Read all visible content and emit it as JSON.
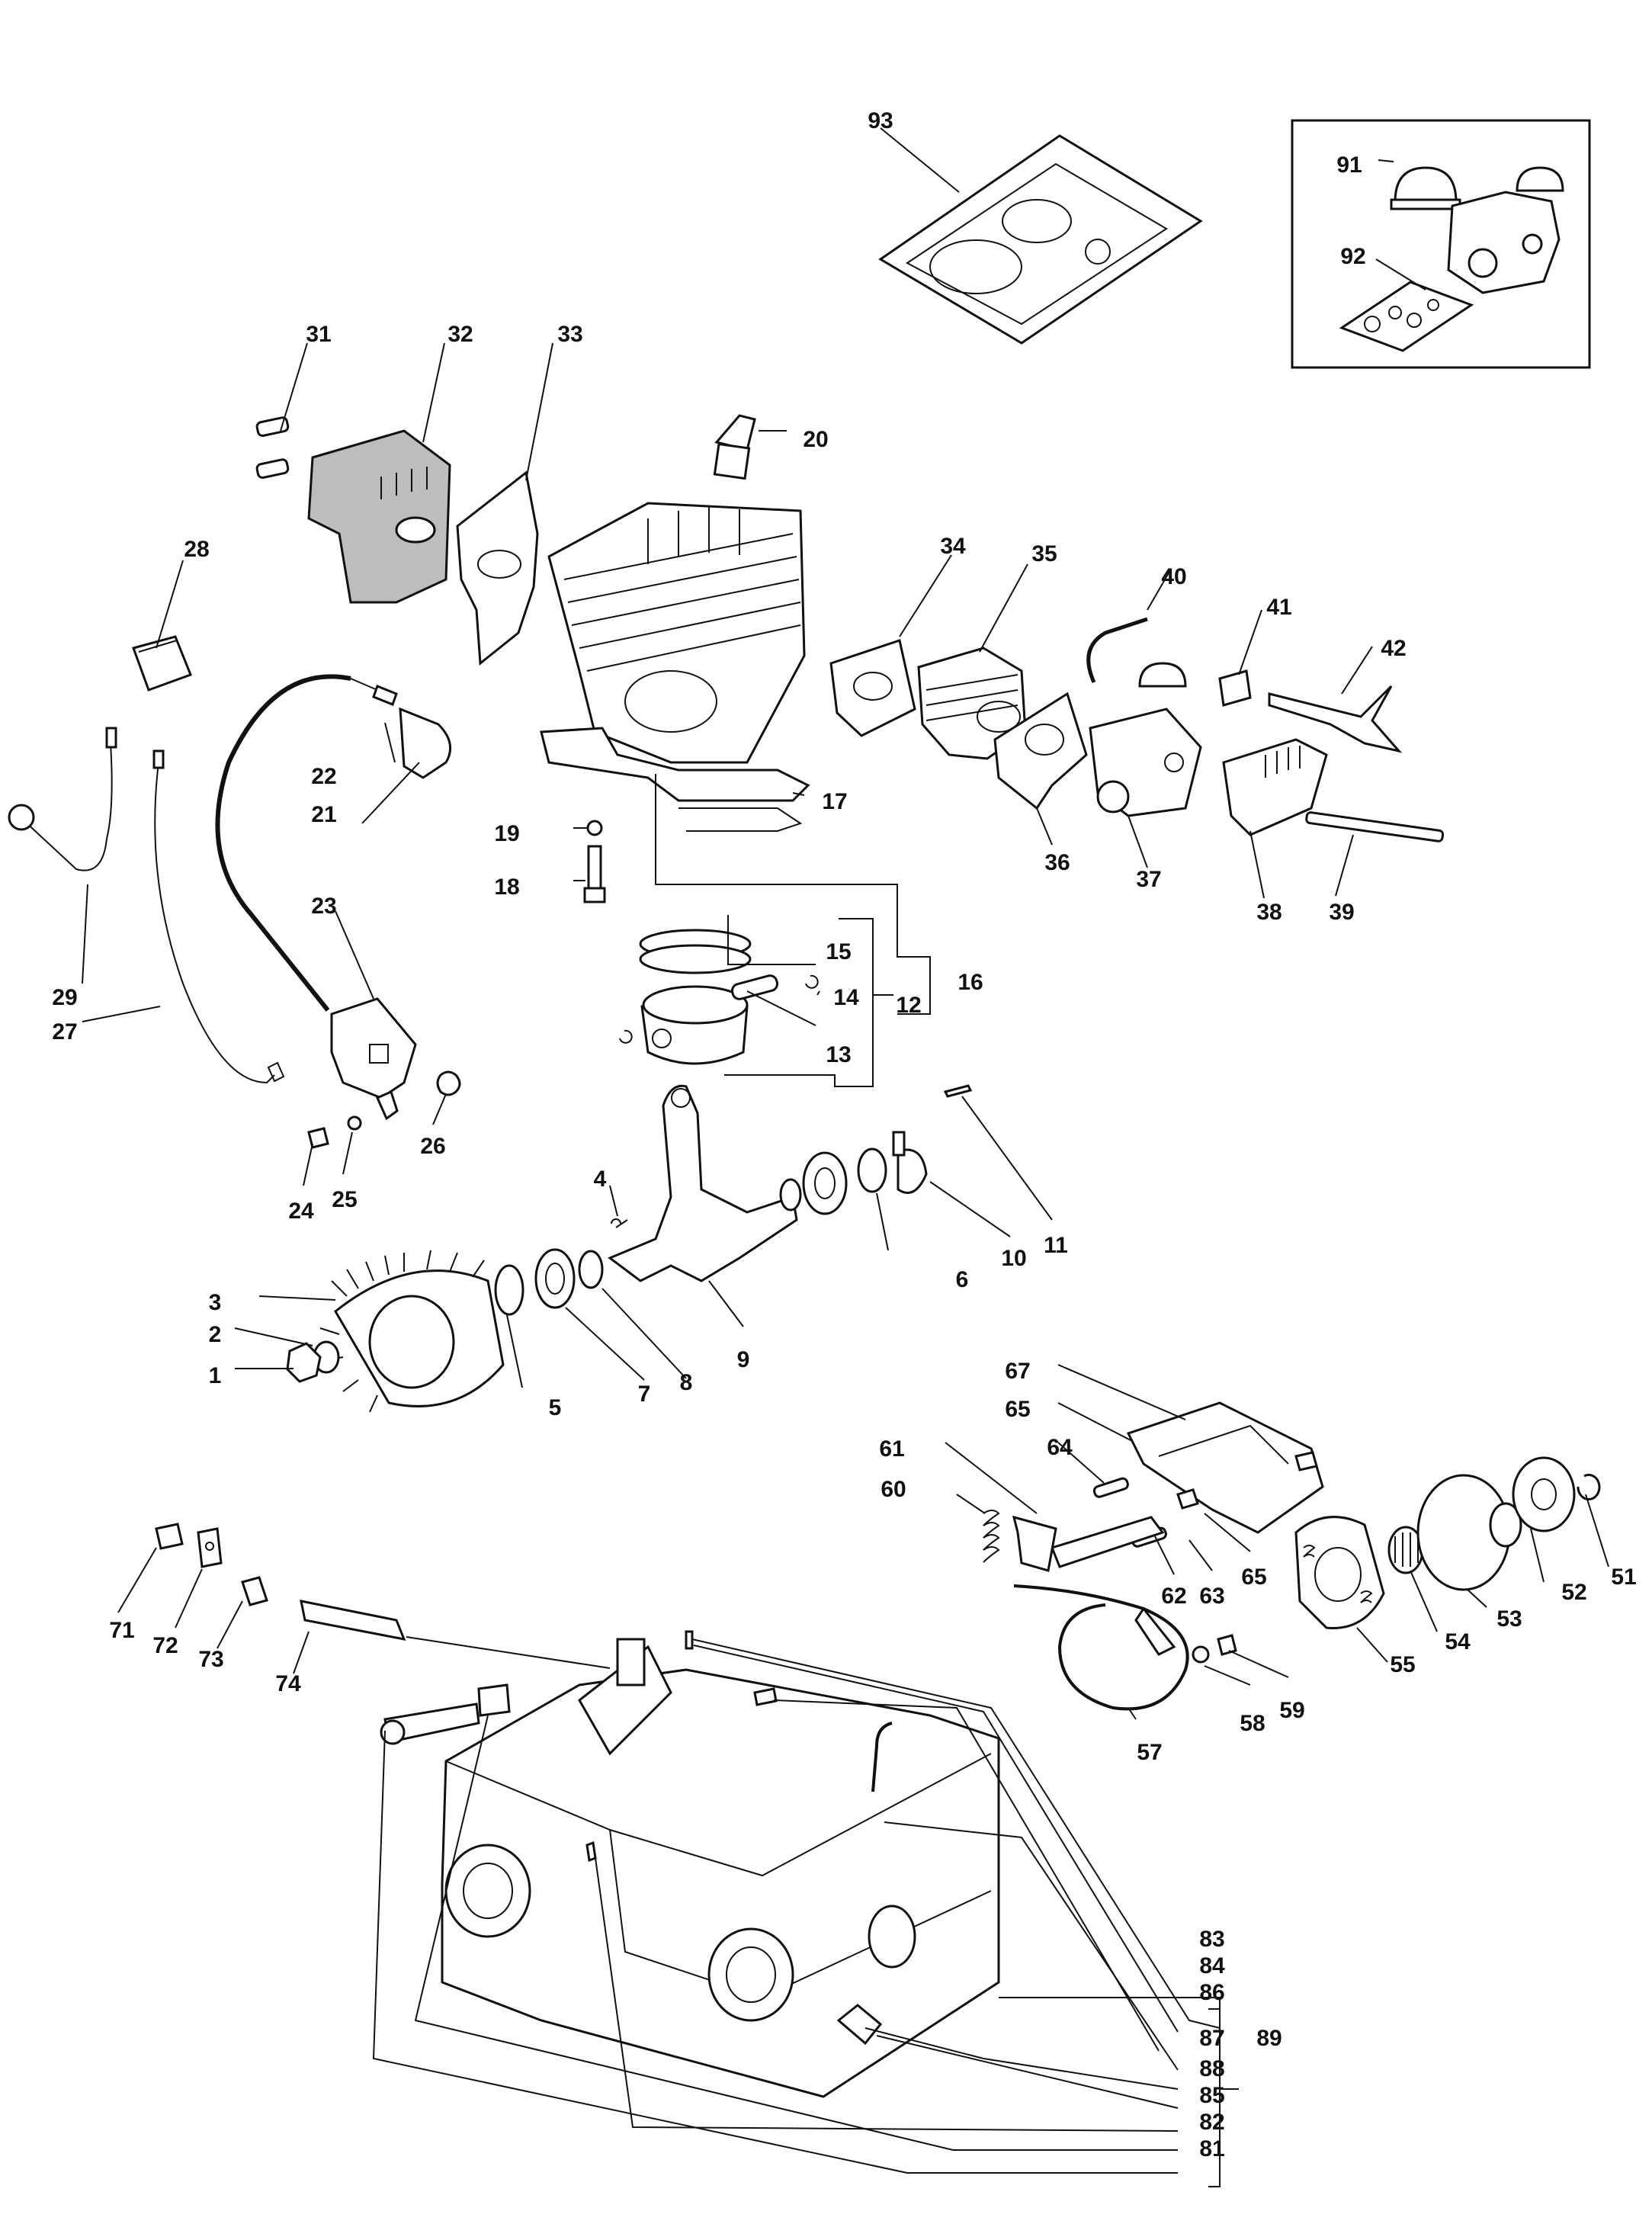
{
  "parts": [
    {
      "id": "1",
      "label": "1"
    },
    {
      "id": "2",
      "label": "2"
    },
    {
      "id": "3",
      "label": "3"
    },
    {
      "id": "4",
      "label": "4"
    },
    {
      "id": "5",
      "label": "5"
    },
    {
      "id": "6",
      "label": "6"
    },
    {
      "id": "7",
      "label": "7"
    },
    {
      "id": "8",
      "label": "8"
    },
    {
      "id": "9",
      "label": "9"
    },
    {
      "id": "10",
      "label": "10"
    },
    {
      "id": "11",
      "label": "11"
    },
    {
      "id": "12",
      "label": "12"
    },
    {
      "id": "13",
      "label": "13"
    },
    {
      "id": "14",
      "label": "14"
    },
    {
      "id": "15",
      "label": "15"
    },
    {
      "id": "16",
      "label": "16"
    },
    {
      "id": "17",
      "label": "17"
    },
    {
      "id": "18",
      "label": "18"
    },
    {
      "id": "19",
      "label": "19"
    },
    {
      "id": "20",
      "label": "20"
    },
    {
      "id": "21",
      "label": "21"
    },
    {
      "id": "22",
      "label": "22"
    },
    {
      "id": "23",
      "label": "23"
    },
    {
      "id": "24",
      "label": "24"
    },
    {
      "id": "25",
      "label": "25"
    },
    {
      "id": "26",
      "label": "26"
    },
    {
      "id": "27",
      "label": "27"
    },
    {
      "id": "28",
      "label": "28"
    },
    {
      "id": "29",
      "label": "29"
    },
    {
      "id": "31",
      "label": "31"
    },
    {
      "id": "32",
      "label": "32"
    },
    {
      "id": "33",
      "label": "33"
    },
    {
      "id": "34",
      "label": "34"
    },
    {
      "id": "35",
      "label": "35"
    },
    {
      "id": "36",
      "label": "36"
    },
    {
      "id": "37",
      "label": "37"
    },
    {
      "id": "38",
      "label": "38"
    },
    {
      "id": "39",
      "label": "39"
    },
    {
      "id": "40",
      "label": "40"
    },
    {
      "id": "41",
      "label": "41"
    },
    {
      "id": "42",
      "label": "42"
    },
    {
      "id": "51",
      "label": "51"
    },
    {
      "id": "52",
      "label": "52"
    },
    {
      "id": "53",
      "label": "53"
    },
    {
      "id": "54",
      "label": "54"
    },
    {
      "id": "55",
      "label": "55"
    },
    {
      "id": "57",
      "label": "57"
    },
    {
      "id": "58",
      "label": "58"
    },
    {
      "id": "59",
      "label": "59"
    },
    {
      "id": "60",
      "label": "60"
    },
    {
      "id": "61",
      "label": "61"
    },
    {
      "id": "62",
      "label": "62"
    },
    {
      "id": "63",
      "label": "63"
    },
    {
      "id": "64",
      "label": "64"
    },
    {
      "id": "65a",
      "label": "65"
    },
    {
      "id": "65b",
      "label": "65"
    },
    {
      "id": "67",
      "label": "67"
    },
    {
      "id": "71",
      "label": "71"
    },
    {
      "id": "72",
      "label": "72"
    },
    {
      "id": "73",
      "label": "73"
    },
    {
      "id": "74",
      "label": "74"
    },
    {
      "id": "81",
      "label": "81"
    },
    {
      "id": "82",
      "label": "82"
    },
    {
      "id": "83",
      "label": "83"
    },
    {
      "id": "84",
      "label": "84"
    },
    {
      "id": "85",
      "label": "85"
    },
    {
      "id": "86",
      "label": "86"
    },
    {
      "id": "87",
      "label": "87"
    },
    {
      "id": "88",
      "label": "88"
    },
    {
      "id": "89",
      "label": "89"
    },
    {
      "id": "91",
      "label": "91"
    },
    {
      "id": "92",
      "label": "92"
    },
    {
      "id": "93",
      "label": "93"
    }
  ]
}
